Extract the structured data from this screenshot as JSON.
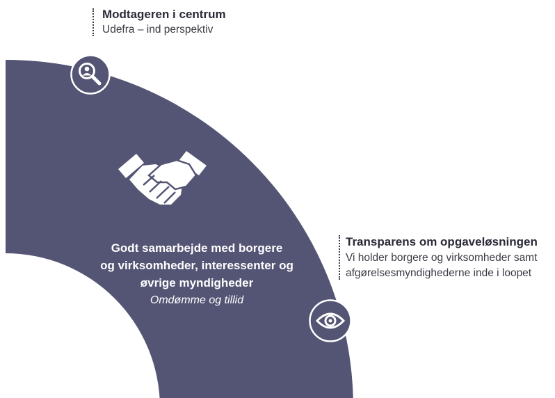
{
  "callouts": {
    "top": {
      "title": "Modtageren i centrum",
      "subtitle": "Udefra – ind perspektiv",
      "icon": "magnifier-person-icon"
    },
    "right": {
      "title": "Transparens om opgaveløsningen",
      "lines": [
        "Vi holder borgere og virksomheder samt",
        "afgørelsesmyndighederne inde i loopet"
      ],
      "icon": "eye-icon"
    }
  },
  "center": {
    "lines": [
      "Godt samarbejde med borgere",
      "og virksomheder, interessenter og",
      "øvrige myndigheder"
    ],
    "subtitle": "Omdømme og tillid",
    "icon": "handshake-icon"
  },
  "colors": {
    "band": "#545574",
    "icon_badge": "#545574",
    "text_dark": "#2a2a38",
    "background": "#ffffff"
  }
}
